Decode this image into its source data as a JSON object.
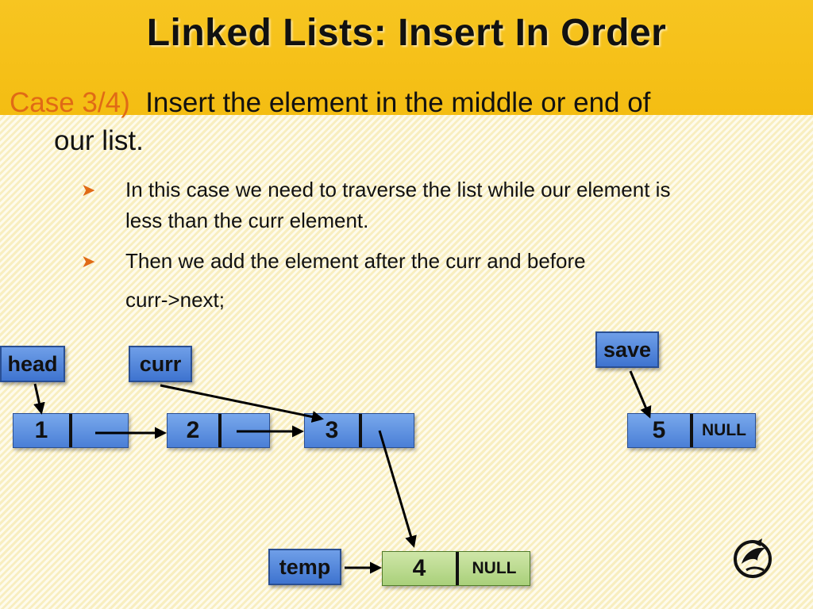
{
  "slide": {
    "title": "Linked Lists:  Insert In Order",
    "case_label": "Case 3/4)",
    "case_text_line1": "Insert the element in the middle or end of",
    "case_text_line2": "our list.",
    "bullets": [
      {
        "line1": "In this case we need to traverse the list while our element is",
        "line2": "less than the curr element."
      },
      {
        "line1": "Then we add the element after the curr and before",
        "line2": "curr->next;"
      }
    ],
    "bullet_icon": "arrowhead-bullet-icon"
  },
  "diagram": {
    "labels": {
      "head": "head",
      "curr": "curr",
      "save": "save",
      "temp": "temp"
    },
    "nodes": [
      {
        "value": "1",
        "next": ""
      },
      {
        "value": "2",
        "next": ""
      },
      {
        "value": "3",
        "next": ""
      },
      {
        "value": "5",
        "next": "NULL"
      },
      {
        "value": "4",
        "next": "NULL"
      }
    ],
    "colors": {
      "header_band": "#f4bd12",
      "accent_orange": "#e06a16",
      "node_blue": "#4a7fd6",
      "node_green": "#a9d07a"
    }
  }
}
